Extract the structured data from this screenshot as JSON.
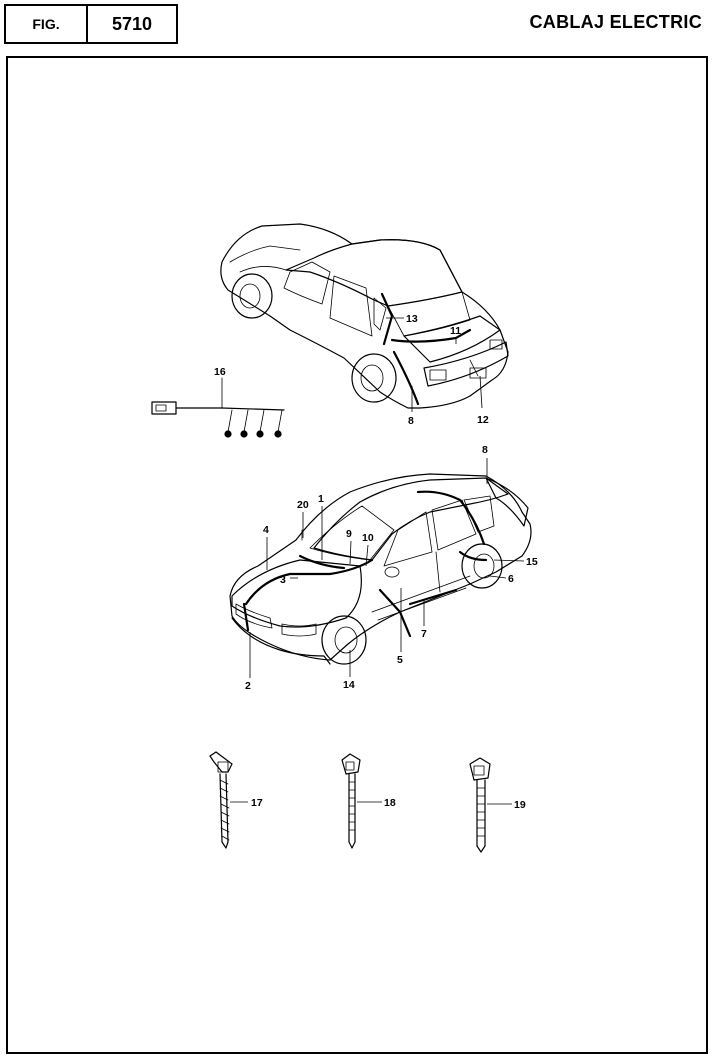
{
  "header": {
    "fig_label": "FIG.",
    "fig_number": "5710",
    "title": "CABLAJ ELECTRIC"
  },
  "callouts": {
    "c1": "1",
    "c2": "2",
    "c3": "3",
    "c4": "4",
    "c5": "5",
    "c6": "6",
    "c7": "7",
    "c8_rear": "8",
    "c8_front": "8",
    "c9": "9",
    "c10": "10",
    "c11": "11",
    "c12": "12",
    "c13": "13",
    "c14": "14",
    "c15": "15",
    "c16": "16",
    "c17": "17",
    "c18": "18",
    "c19": "19",
    "c20": "20"
  }
}
